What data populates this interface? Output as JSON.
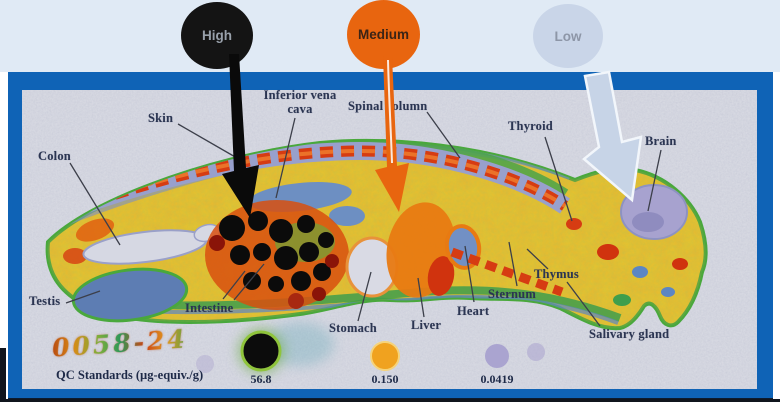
{
  "legend": {
    "items": [
      {
        "label": "High",
        "color": "#141414",
        "text_color": "#98a0aa"
      },
      {
        "label": "Medium",
        "color": "#e8650f",
        "text_color": "#3b2416"
      },
      {
        "label": "Low",
        "color": "#c9d5e8",
        "text_color": "#8d96a7"
      }
    ]
  },
  "image": {
    "description_colors": {
      "frame_blue": "#0f63b6",
      "background_strip": "#e0eaf5",
      "film_background": "#d4d6df"
    },
    "organ_labels": [
      {
        "id": "skin",
        "text": "Skin"
      },
      {
        "id": "inferior-vena-cava",
        "text": "Inferior vena cava"
      },
      {
        "id": "spinal-column",
        "text": "Spinal column"
      },
      {
        "id": "thyroid",
        "text": "Thyroid"
      },
      {
        "id": "brain",
        "text": "Brain"
      },
      {
        "id": "colon",
        "text": "Colon"
      },
      {
        "id": "testis",
        "text": "Testis"
      },
      {
        "id": "intestine",
        "text": "Intestine"
      },
      {
        "id": "stomach",
        "text": "Stomach"
      },
      {
        "id": "liver",
        "text": "Liver"
      },
      {
        "id": "heart",
        "text": "Heart"
      },
      {
        "id": "sternum",
        "text": "Sternum"
      },
      {
        "id": "thymus",
        "text": "Thymus"
      },
      {
        "id": "salivary-gland",
        "text": "Salivary gland"
      }
    ],
    "sample_id": "0058-24",
    "qc": {
      "label": "QC Standards (µg-equiv./g)",
      "standards": [
        {
          "value": "56.8",
          "color": "#0c0c0c"
        },
        {
          "value": "0.150",
          "color": "#f0a21f"
        },
        {
          "value": "0.0419",
          "color": "#aaa4d0"
        }
      ]
    }
  }
}
